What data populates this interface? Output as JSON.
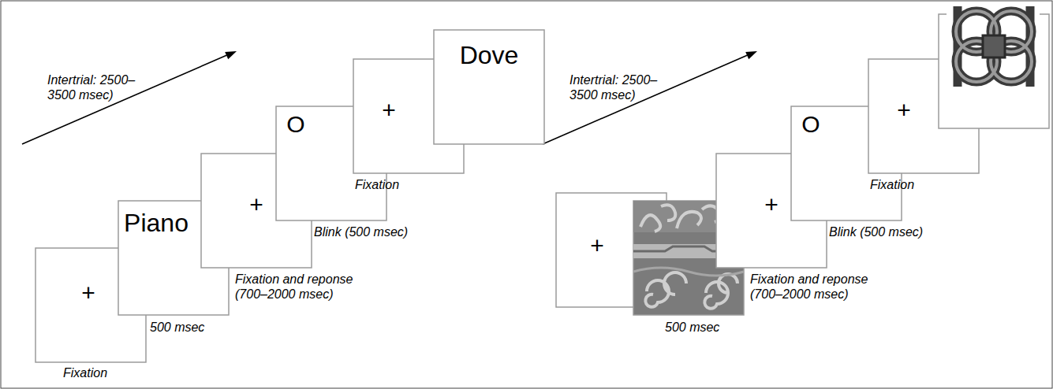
{
  "diagram": {
    "nodes": [
      {
        "text": [
          "+",
          "Fixation"
        ]
      },
      {
        "text": [
          "Piano",
          "500 msec"
        ]
      },
      {
        "text": [
          "+",
          "Fixation and reponse (700–2000 msec)"
        ]
      },
      {
        "text": [
          "O",
          "Blink (500 msec)"
        ]
      },
      {
        "text": [
          "+",
          "Fixation"
        ]
      },
      {
        "text": [
          "Dove"
        ]
      },
      {
        "text": [
          "+"
        ]
      },
      {
        "text": [
          "+",
          "Fixation and reponse (700–2000 msec)"
        ]
      },
      {
        "text": [
          "O",
          "Blink (500 msec)"
        ]
      },
      {
        "text": [
          "+",
          "Fixation"
        ]
      }
    ],
    "labels": [
      "Intertrial: 2500– 3500 msec)",
      "Intertrial: 2500– 3500 msec)",
      "500 msec"
    ]
  }
}
